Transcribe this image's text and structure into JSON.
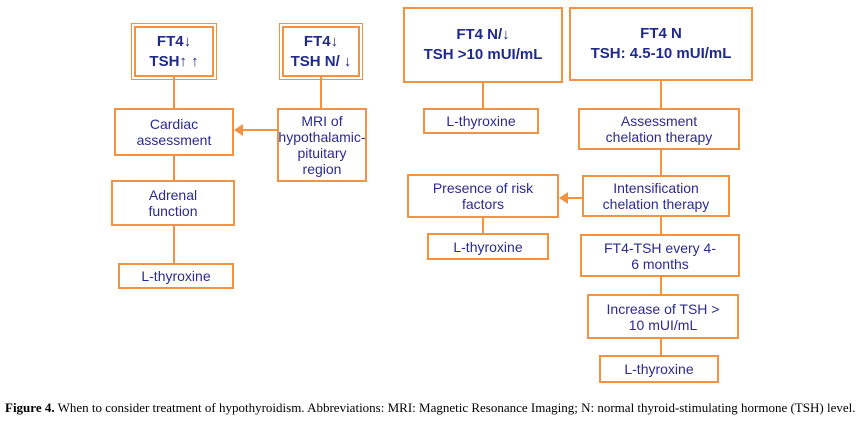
{
  "boxes": {
    "ft4_low_tsh_high": "FT4↓\nTSH↑ ↑",
    "ft4_low_tsh_normal": "FT4↓\nTSH N/ ↓",
    "ft4_normal_tsh_high": "FT4 N/↓\nTSH >10 mUI/mL",
    "ft4_normal_tsh_mid": "FT4 N\nTSH: 4.5-10 mUI/mL",
    "cardiac_assessment": "Cardiac\nassessment",
    "mri": "MRI of\nhypothalamic-\npituitary\nregion",
    "adrenal_function": "Adrenal\nfunction",
    "l_thyroxine_1": "L-thyroxine",
    "l_thyroxine_2": "L-thyroxine",
    "assessment_chelation": "Assessment\nchelation therapy",
    "presence_risk": "Presence of risk\nfactors",
    "intensification_chelation": "Intensification\nchelation therapy",
    "l_thyroxine_3": "L-thyroxine",
    "ft4_tsh_monitoring": "FT4-TSH every 4-\n6 months",
    "increase_tsh": "Increase of TSH >\n10 mUI/mL",
    "l_thyroxine_4": "L-thyroxine"
  },
  "caption": {
    "label": "Figure 4.",
    "text": " When to consider treatment of hypothyroidism. Abbreviations: MRI: Magnetic Resonance Imaging; N: normal thyroid-stimulating hormone (TSH) level."
  },
  "colors": {
    "border": "#f3923f",
    "text": "#2b2b8f"
  }
}
